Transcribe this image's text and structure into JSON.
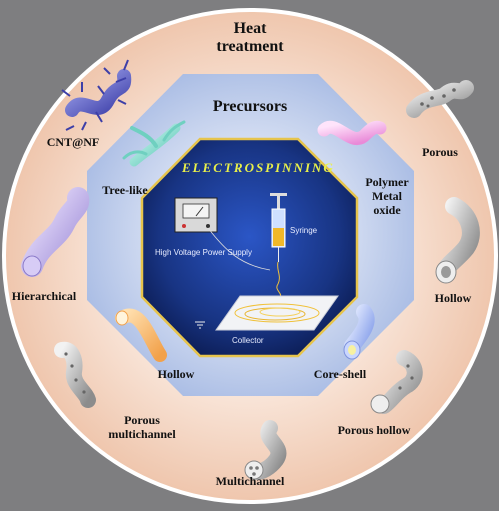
{
  "outer_title": "Heat\ntreatment",
  "inner_title": "Precursors",
  "panel": {
    "title": "ELECTROSPINNING",
    "power_supply": "High Voltage Power Supply",
    "syringe": "Syringe",
    "collector": "Collector"
  },
  "inner_items": {
    "tree_like": "Tree-like",
    "polymer": "Polymer\nMetal\noxide",
    "hollow": "Hollow",
    "core_shell": "Core-shell"
  },
  "outer_items": {
    "cnt_nf": "CNT@NF",
    "porous": "Porous",
    "hierarchical": "Hierarchical",
    "hollow": "Hollow",
    "porous_multichannel": "Porous\nmultichannel",
    "porous_hollow": "Porous hollow",
    "multichannel": "Multichannel"
  },
  "colors": {
    "background": "#7e7e80",
    "outer_ring": "#f4d8c6",
    "octagon": "#c3d0ec",
    "panel": "#1d3a8e",
    "panel_border": "#e6c44c"
  }
}
